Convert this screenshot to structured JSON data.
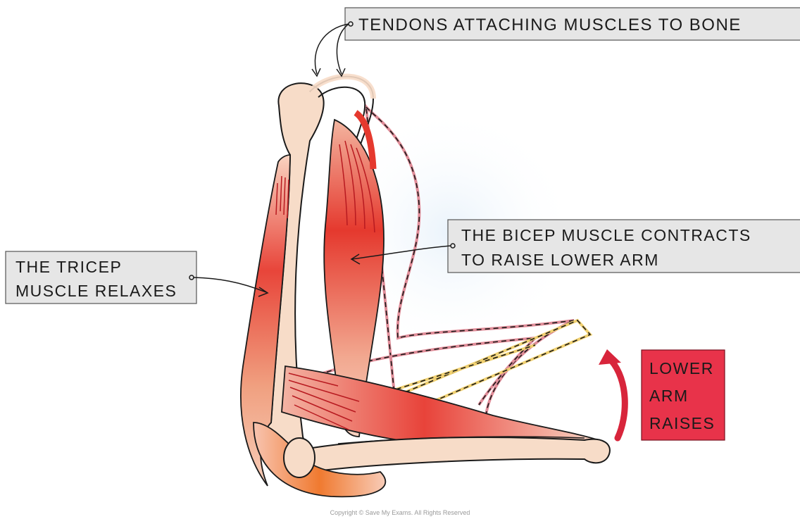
{
  "labels": {
    "tendons": "TENDONS ATTACHING MUSCLES TO BONE",
    "tricep_line1": "THE TRICEP",
    "tricep_line2": "MUSCLE RELAXES",
    "bicep_line1": "THE BICEP MUSCLE CONTRACTS",
    "bicep_line2": "TO RAISE LOWER ARM",
    "raise_line1": "LOWER",
    "raise_line2": "ARM",
    "raise_line3": "RAISES"
  },
  "copyright": "Copyright © Save My Exams. All Rights Reserved",
  "colors": {
    "bone": "#f7dcc8",
    "bone_outline": "#1a1a1a",
    "muscle_light": "#f8c8b2",
    "muscle_dark": "#e83a2e",
    "muscle_orange": "#f08a3c",
    "ghost_muscle": "#e08c98",
    "ghost_bone": "#f0d070",
    "label_fill": "#e6e6e6",
    "raise_box": "#e8334a",
    "arrow": "#d8253b"
  }
}
